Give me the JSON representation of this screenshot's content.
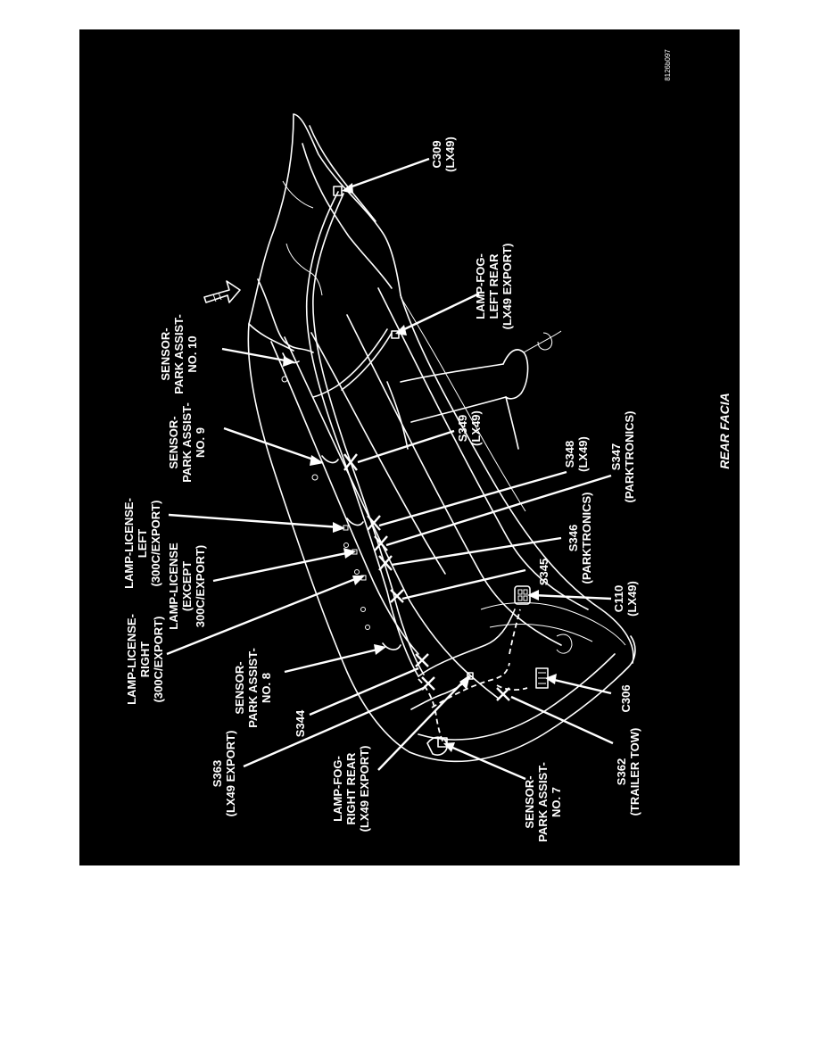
{
  "figure_id": "8126b097",
  "title": "REAR FACIA",
  "labels": {
    "lamp_license_right": [
      "LAMP-LICENSE-",
      "RIGHT",
      "(300C/EXPORT)"
    ],
    "lamp_license_except": [
      "LAMP-LICENSE",
      "(EXCEPT",
      "300C/EXPORT)"
    ],
    "lamp_license_left": [
      "LAMP-LICENSE-",
      "LEFT",
      "(300C/EXPORT)"
    ],
    "sensor_8": [
      "SENSOR-",
      "PARK ASSIST-",
      "NO. 8"
    ],
    "sensor_9": [
      "SENSOR-",
      "PARK ASSIST-",
      "NO. 9"
    ],
    "sensor_10": [
      "SENSOR-",
      "PARK ASSIST-",
      "NO. 10"
    ],
    "sensor_7": [
      "SENSOR-",
      "PARK ASSIST-",
      "NO. 7"
    ],
    "s363": [
      "S363",
      "(LX49 EXPORT)"
    ],
    "s344": [
      "S344"
    ],
    "lamp_fog_right": [
      "LAMP-FOG-",
      "RIGHT REAR",
      "(LX49 EXPORT)"
    ],
    "s362": [
      "S362",
      "(TRAILER TOW)"
    ],
    "c306": [
      "C306"
    ],
    "c110": [
      "C110",
      "(LX49)"
    ],
    "s345": [
      "S345"
    ],
    "s346": [
      "S346",
      "(PARKTRONICS)"
    ],
    "s347": [
      "S347",
      "(PARKTRONICS)"
    ],
    "s348": [
      "S348",
      "(LX49)"
    ],
    "s349": [
      "S349",
      "(LX49)"
    ],
    "lamp_fog_left": [
      "LAMP-FOG-",
      "LEFT REAR",
      "(LX49 EXPORT)"
    ],
    "c309": [
      "C309",
      "(LX49)"
    ]
  },
  "colors": {
    "background": "#000000",
    "line": "#ffffff",
    "page": "#ffffff"
  }
}
